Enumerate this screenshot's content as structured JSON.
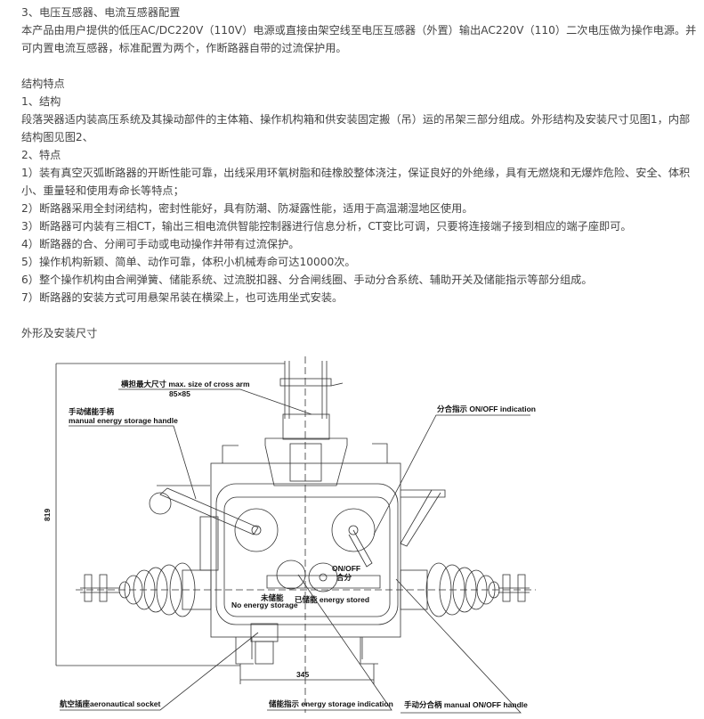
{
  "section3": {
    "heading": "3、电压互感器、电流互感器配置",
    "line1": "本产品由用户提供的低压AC/DC220V（110V）电源或直接由架空线至电压互感器（外置）输出AC220V（110）二次电压做为操作电源。并",
    "line2": "可内置电流互感器，标准配置为两个，作断路器自带的过流保护用。"
  },
  "structure": {
    "heading": "结构特点",
    "sub1": "1、结构",
    "sub1_line1": "段落哭器适内装高压系统及其操动部件的主体箱、操作机构箱和供安装固定搬（吊）运的吊架三部分组成。外形结构及安装尺寸见图1，内部",
    "sub1_line2": "结构图见图2、",
    "sub2": "2、特点",
    "features": [
      "1）装有真空灭弧断路器的开断性能可靠，出线采用环氧树脂和硅橡胶整体浇注，保证良好的外绝缘，具有无燃烧和无爆炸危险、安全、体积",
      "小、重量轻和使用寿命长等特点；",
      "2）断路器采用全封闭结构，密封性能好，具有防潮、防凝露性能，适用于高温潮湿地区使用。",
      "3）断路器可内装有三相CT，输出三相电流供智能控制器进行信息分析，CT变比可调，只要将连接端子接到相应的端子座即可。",
      "4）断路器的合、分闸可手动或电动操作并带有过流保护。",
      "5）操作机构新颖、简单、动作可靠，体积小机械寿命可达10000次。",
      "6）整个操作机构由合闸弹簧、储能系统、过流脱扣器、分合闸线圈、手动分合系统、辅助开关及储能指示等部分组成。",
      "7）断路器的安装方式可用悬架吊装在横梁上，也可选用坐式安装。"
    ]
  },
  "dimensions": {
    "heading": "外形及安装尺寸",
    "diagram": {
      "cross_arm": "横担最大尺寸 max. size of cross arm",
      "cross_arm_size": "85×85",
      "storage_handle_cn": "手动储能手柄",
      "storage_handle_en": "manual energy storage handle",
      "onoff_indication": "分合指示 ON/OFF indication",
      "height": "819",
      "onoff": "ON/OFF",
      "onoff_cn": "合分",
      "no_storage_cn": "未储能",
      "no_storage_en": "No energy storage",
      "stored": "已储能 energy stored",
      "width": "345",
      "socket": "航空插座aeronautical socket",
      "storage_indication": "储能指示 energy storage indication",
      "onoff_handle": "手动分合柄 manual ON/OFF handle"
    }
  }
}
